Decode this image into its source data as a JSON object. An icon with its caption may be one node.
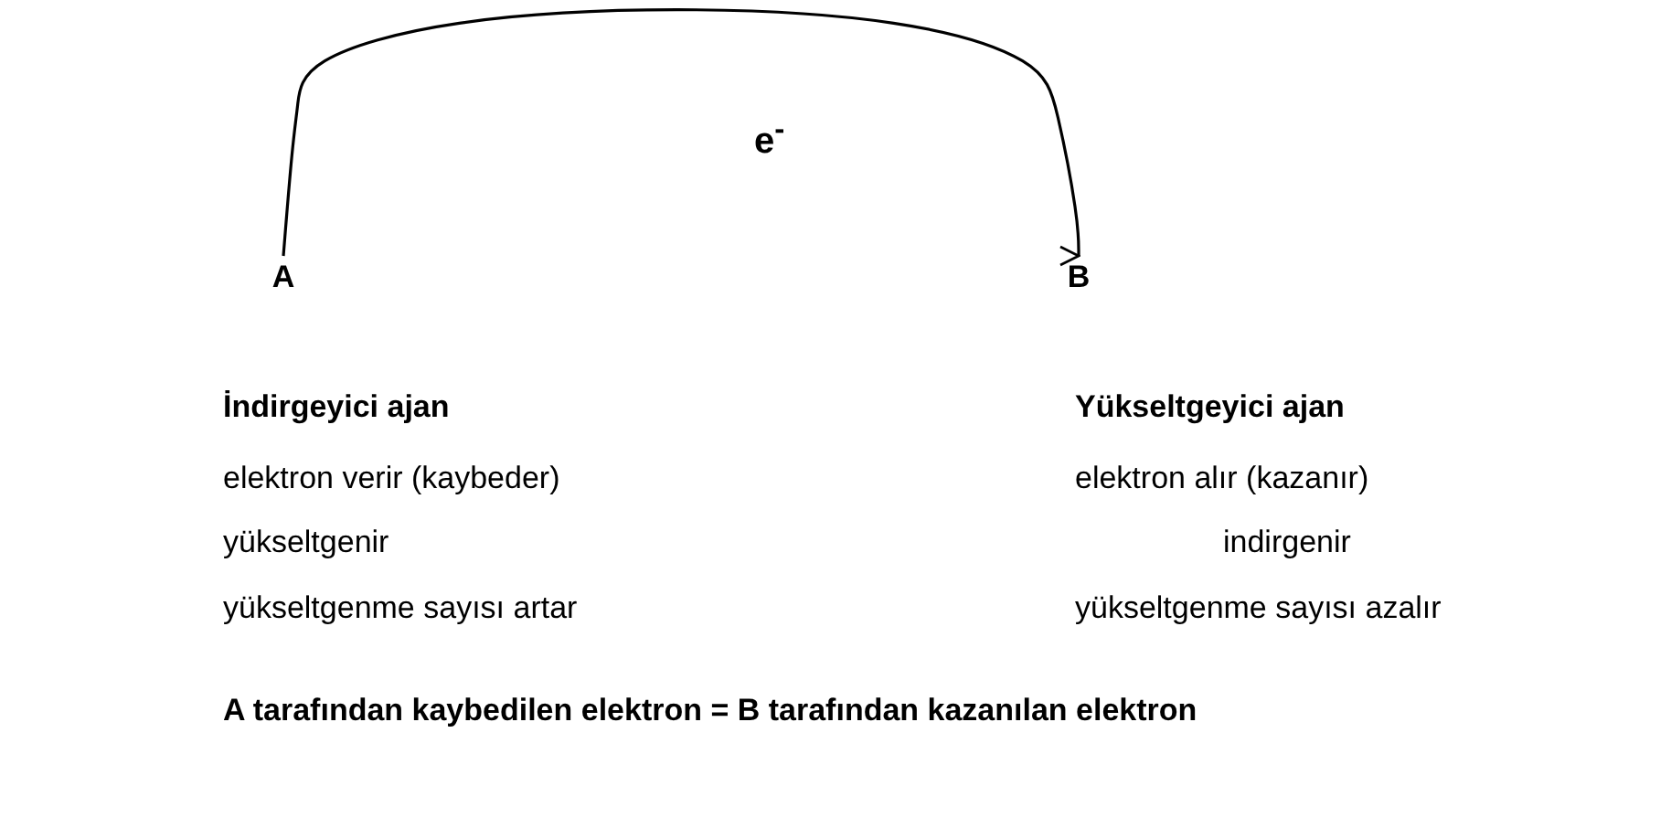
{
  "diagram": {
    "nodes": [
      {
        "text": [
          "A"
        ]
      },
      {
        "text": [
          "B"
        ]
      }
    ],
    "edges": [
      {
        "from": 0,
        "to": 1,
        "arrow": "to",
        "label": "e$^{-}$"
      }
    ],
    "labels": [
      "İndirgeyici ajan",
      "Yükseltgeyici ajan",
      "elektron verir (kaybeder)",
      "elektron alır (kazanır)",
      "yükseltgenir",
      "indirgenir",
      "yükseltgenme sayısı artar",
      "yükseltgenme sayısı azalır",
      "A tarafından kaybedilen elektron = B tarafından kazanılan elektron"
    ]
  }
}
